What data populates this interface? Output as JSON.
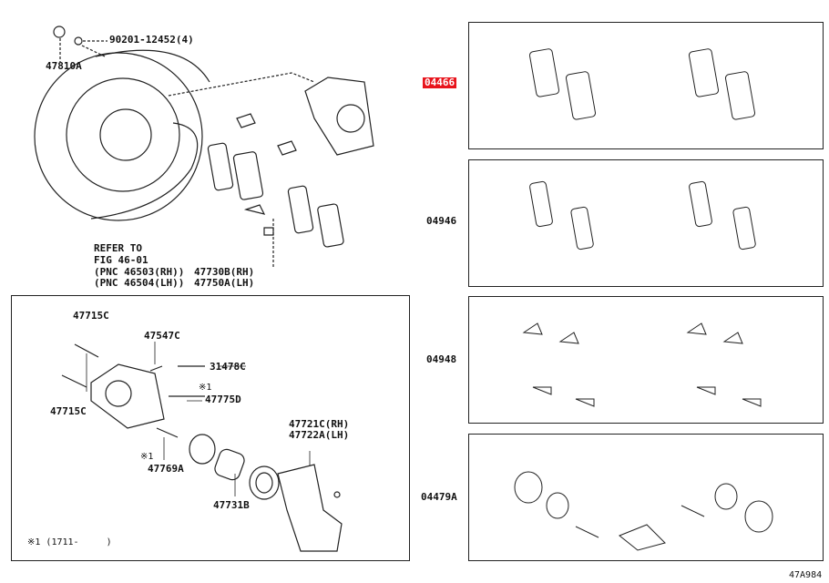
{
  "diagram": {
    "labels": {
      "p47810A": "47810A",
      "p90201": "90201-12452(4)",
      "refer": "REFER TO",
      "fig": "FIG 46-01",
      "pnc1": "(PNC 46503(RH))",
      "pnc2": "(PNC 46504(LH))",
      "p47730B": "47730B(RH)",
      "p47750A": "47750A(LH)",
      "p47715C_1": "47715C",
      "p47715C_2": "47715C",
      "p47547C": "47547C",
      "p31478C": "31478C",
      "mark1a": "※1",
      "p47775D": "47775D",
      "mark1b": "※1",
      "p47769A": "47769A",
      "p47731B": "47731B",
      "p47721C": "47721C(RH)",
      "p47722A": "47722A(LH)",
      "footnote": "※1 (1711-     )",
      "diagram_id": "47A984"
    },
    "kits": [
      {
        "code": "04466",
        "highlighted": true,
        "highlight_color": "#e8141c"
      },
      {
        "code": "04946",
        "highlighted": false
      },
      {
        "code": "04948",
        "highlighted": false
      },
      {
        "code": "04479A",
        "highlighted": false
      }
    ]
  }
}
